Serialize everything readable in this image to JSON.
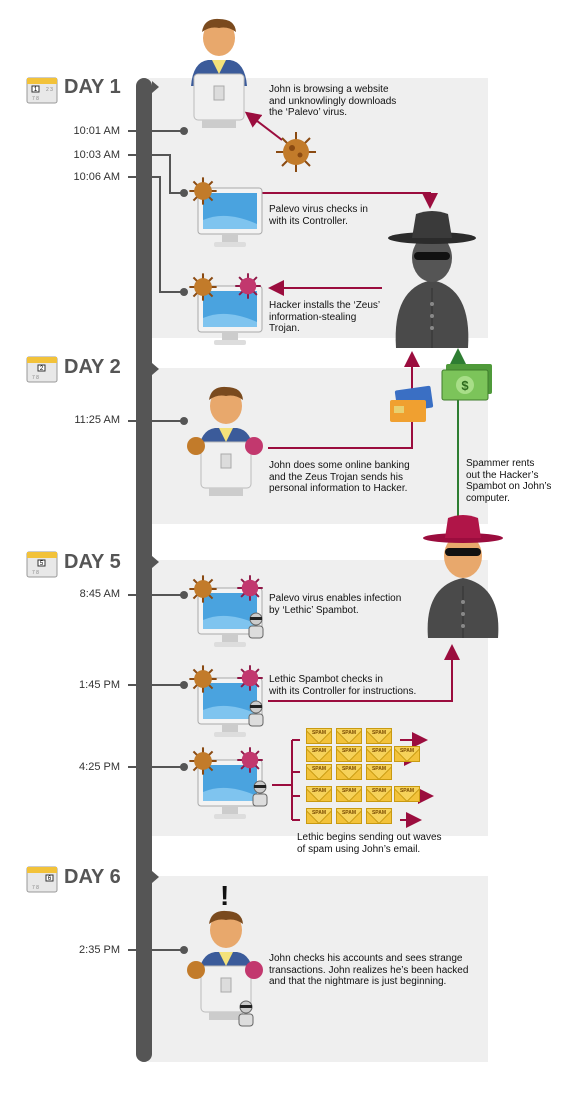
{
  "days": [
    {
      "label": "DAY 1",
      "cal": "1"
    },
    {
      "label": "DAY 2",
      "cal": "2"
    },
    {
      "label": "DAY 5",
      "cal": "5"
    },
    {
      "label": "DAY 6",
      "cal": "6"
    }
  ],
  "times": [
    "10:01 AM",
    "10:03 AM",
    "10:06 AM",
    "11:25 AM",
    "8:45 AM",
    "1:45 PM",
    "4:25 PM",
    "2:35 PM"
  ],
  "captions": {
    "c1": [
      "John is browsing a website",
      "and unknowlingly downloads",
      "the ‘Palevo’ virus."
    ],
    "c2": [
      "Palevo virus checks in",
      "with its Controller."
    ],
    "c3": [
      "Hacker installs the ‘Zeus’",
      "information-stealing",
      "Trojan."
    ],
    "c4": [
      "John does some online banking",
      "and the Zeus Trojan sends his",
      "personal information to Hacker."
    ],
    "c5": [
      "Spammer rents",
      "out the Hacker’s",
      "Spambot on John’s",
      "computer."
    ],
    "c6": [
      "Palevo virus enables infection",
      "by ‘Lethic’ Spambot."
    ],
    "c7": [
      "Lethic Spambot checks in",
      "with its Controller for instructions."
    ],
    "c8": [
      "Lethic begins sending out waves",
      "of spam using John’s email."
    ],
    "c9": [
      "John checks his accounts and sees strange",
      "transactions. John realizes he’s been hacked",
      "and that the nightmare is just beginning."
    ]
  },
  "icons": {
    "exclamation": "!",
    "spam": "SPAM",
    "money": "$"
  },
  "colors": {
    "timeline": "#555555",
    "arrow_red": "#9b0d3e",
    "arrow_green": "#2e7d32",
    "band": "#efefef"
  }
}
